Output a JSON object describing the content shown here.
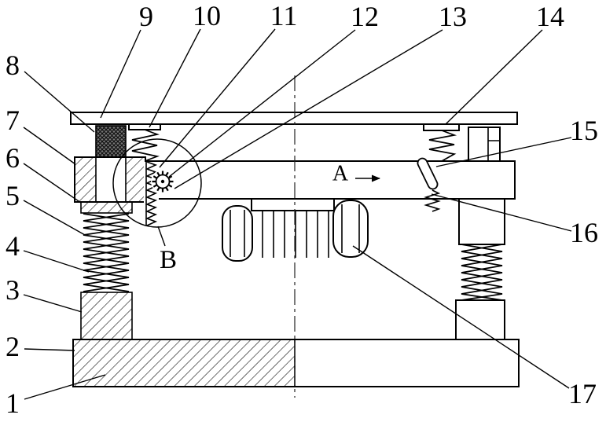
{
  "figure": {
    "colors": {
      "background": "#ffffff",
      "line": "#000000",
      "pad_fill": "#777777"
    },
    "part_numbers": [
      "1",
      "2",
      "3",
      "4",
      "5",
      "6",
      "7",
      "8",
      "9",
      "10",
      "11",
      "12",
      "13",
      "14",
      "15",
      "16",
      "17"
    ],
    "view_arrow_label": "A",
    "detail_label": "B"
  }
}
